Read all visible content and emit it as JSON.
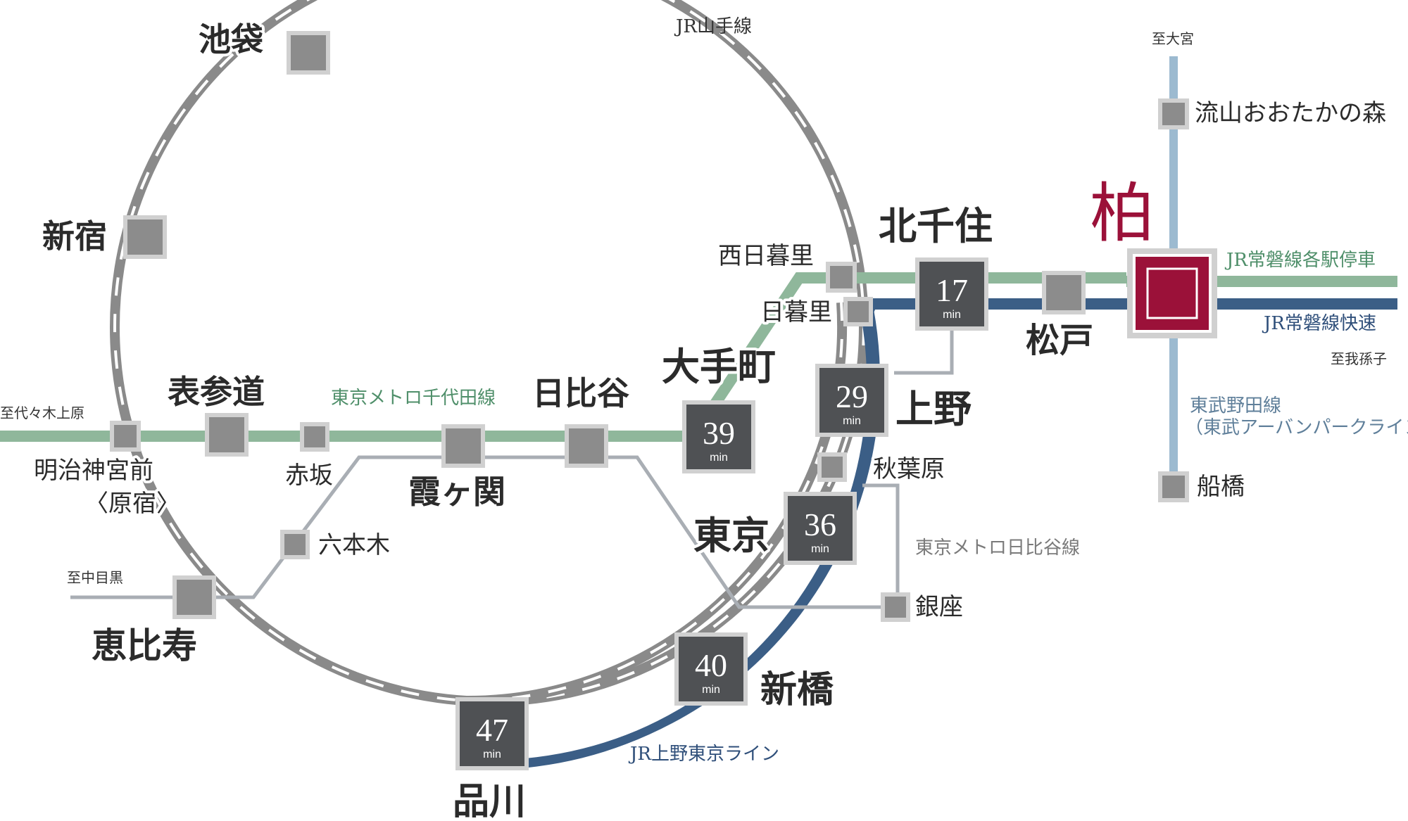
{
  "colors": {
    "yamanote": "#8a8a8a",
    "chiyoda": "#8fb79b",
    "joban_local": "#8fb79b",
    "joban_rapid": "#3b5e86",
    "ueno_tokyo": "#3b5e86",
    "hibiya": "#a9aeb4",
    "tobu_noda": "#9cbad0",
    "station": "#8c8c8c",
    "station_border": "#d0d0d0",
    "time_box": "#4f5154",
    "kashiwa": "#9b1139"
  },
  "lines": {
    "yamanote": "JR山手線",
    "chiyoda": "東京メトロ千代田線",
    "hibiya": "東京メトロ日比谷線",
    "joban_local": "JR常磐線各駅停車",
    "joban_rapid": "JR常磐線快速",
    "ueno_tokyo": "JR上野東京ライン",
    "tobu_noda_1": "東武野田線",
    "tobu_noda_2": "（東武アーバンパークライン）"
  },
  "directions": {
    "omiya": "至大宮",
    "abiko": "至我孫子",
    "yoyogi_uehara": "至代々木上原",
    "naka_meguro": "至中目黒"
  },
  "stations": {
    "kashiwa": "柏",
    "ikebukuro": "池袋",
    "shinjuku": "新宿",
    "omotesando": "表参道",
    "meiji_jingumae_1": "明治神宮前",
    "meiji_jingumae_2": "〈原宿〉",
    "akasaka": "赤坂",
    "kasumigaseki": "霞ヶ関",
    "hibiya": "日比谷",
    "otemachi": "大手町",
    "roppongi": "六本木",
    "ebisu": "恵比寿",
    "shinagawa": "品川",
    "shimbashi": "新橋",
    "tokyo": "東京",
    "ginza": "銀座",
    "akihabara": "秋葉原",
    "ueno": "上野",
    "nippori": "日暮里",
    "nishi_nippori": "西日暮里",
    "kita_senju": "北千住",
    "matsudo": "松戸",
    "nagareyama": "流山おおたかの森",
    "funabashi": "船橋"
  },
  "times": {
    "unit": "min",
    "kita_senju": "17",
    "ueno": "29",
    "tokyo": "36",
    "otemachi": "39",
    "shimbashi": "40",
    "shinagawa": "47"
  }
}
